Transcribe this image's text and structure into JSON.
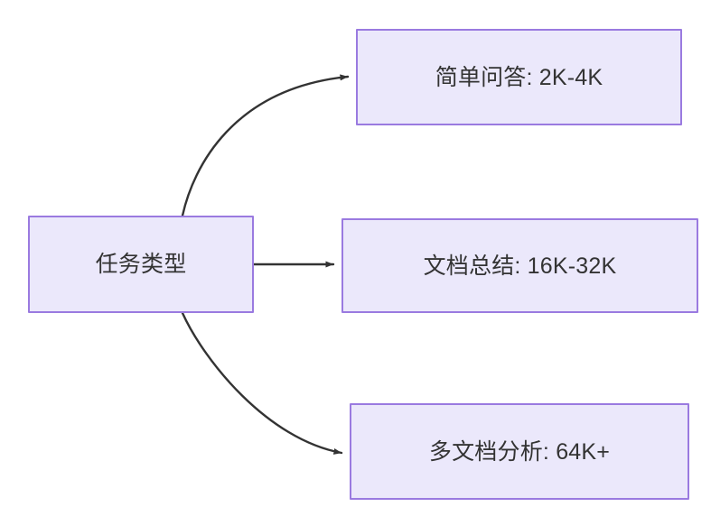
{
  "diagram": {
    "type": "flowchart",
    "direction": "left-to-right",
    "background_color": "#ffffff",
    "node_fill_color": "#ebe8fb",
    "node_border_color": "#9a7ae0",
    "text_color": "#333333",
    "edge_color": "#333333",
    "nodes": [
      {
        "id": "root",
        "label": "任务类型"
      },
      {
        "id": "simple_qa",
        "label": "简单问答: 2K-4K"
      },
      {
        "id": "doc_summary",
        "label": "文档总结: 16K-32K"
      },
      {
        "id": "multi_doc",
        "label": "多文档分析: 64K+"
      }
    ],
    "edges": [
      {
        "from": "root",
        "to": "simple_qa",
        "style": "curved",
        "arrowhead": "solid-triangle"
      },
      {
        "from": "root",
        "to": "doc_summary",
        "style": "straight",
        "arrowhead": "solid-triangle"
      },
      {
        "from": "root",
        "to": "multi_doc",
        "style": "curved",
        "arrowhead": "solid-triangle"
      }
    ]
  }
}
